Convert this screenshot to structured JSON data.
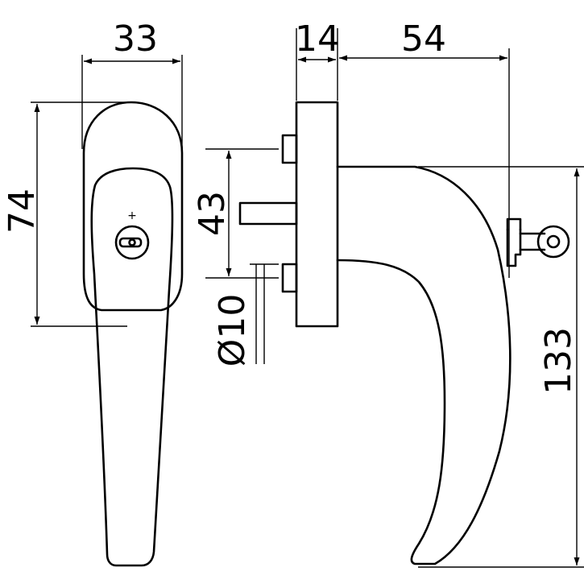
{
  "dimensions": {
    "front_width": "33",
    "front_height": "74",
    "rose_thickness": "14",
    "projection": "54",
    "screw_spacing": "43",
    "spindle_diameter": "Ø10",
    "total_length": "133"
  },
  "lock_mark": "+",
  "colors": {
    "line": "#000000",
    "background": "#ffffff"
  },
  "icons": {
    "key": "key-icon",
    "lock_cylinder": "lock-cylinder-icon"
  }
}
